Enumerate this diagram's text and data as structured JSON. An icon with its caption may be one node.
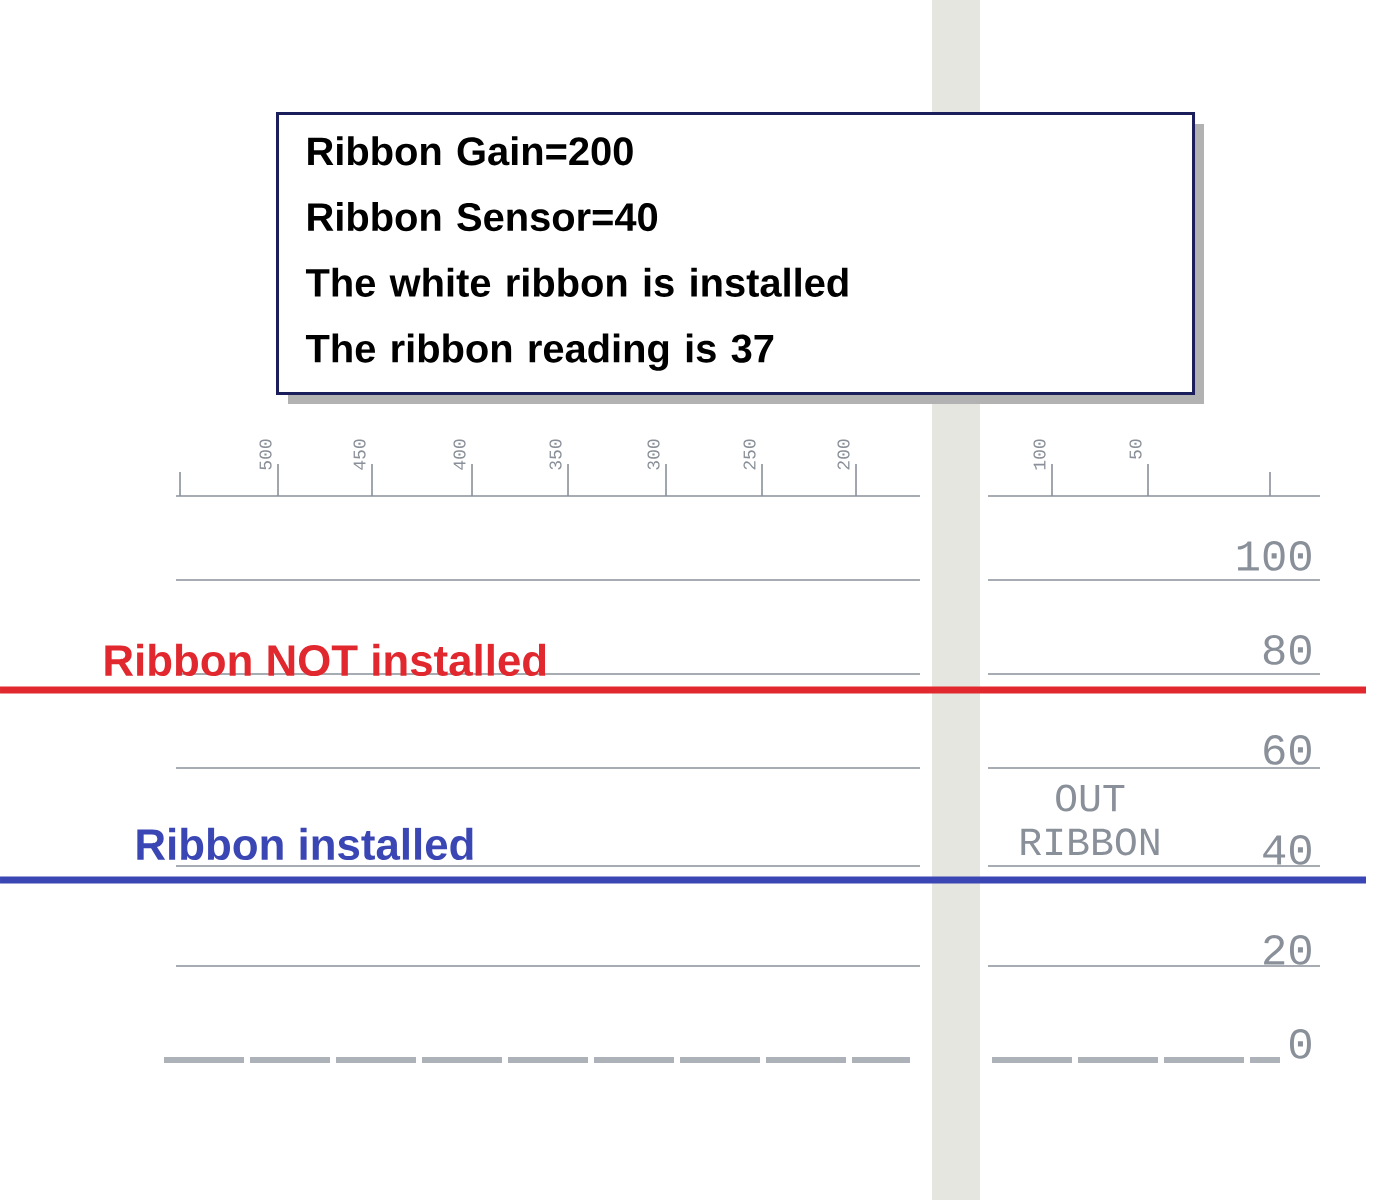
{
  "diagram": {
    "nodes": [
      {
        "text": [
          "Ribbon Gain=200",
          "Ribbon Sensor=40",
          "The white ribbon is installed",
          "The ribbon reading is 37"
        ]
      }
    ],
    "labels": [
      "500",
      "450",
      "400",
      "350",
      "300",
      "250",
      "200",
      "100",
      "50",
      "100",
      "Ribbon NOT installed",
      "80",
      "60",
      "Ribbon installed",
      "OUT RIBBON",
      "40",
      "20",
      "0"
    ]
  }
}
